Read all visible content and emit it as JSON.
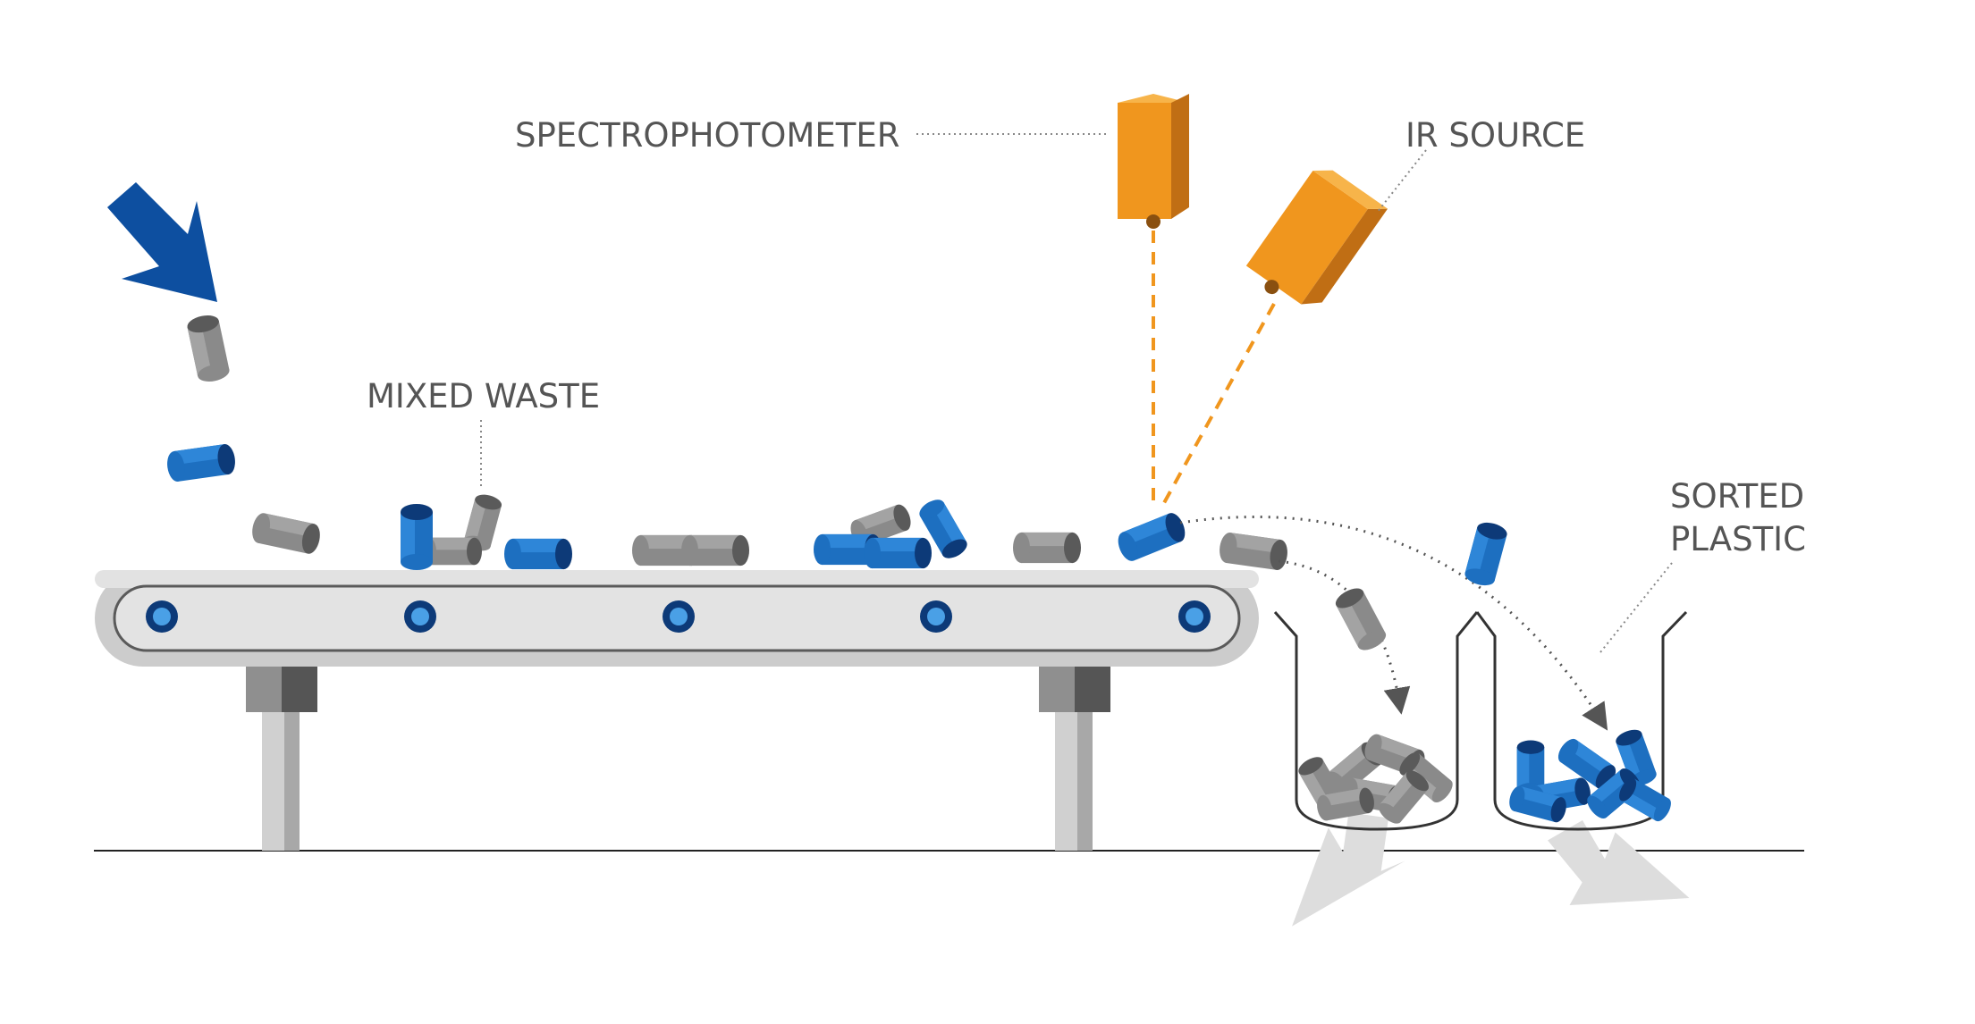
{
  "labels": {
    "spectrophotometer": "SPECTROPHOTOMETER",
    "ir_source": "IR SOURCE",
    "mixed_waste": "MIXED WASTE",
    "sorted_plastic_line1": "SORTED",
    "sorted_plastic_line2": "PLASTIC"
  },
  "colors": {
    "plastic_blue": "#1d6fc0",
    "plastic_blue_dark": "#0d3a78",
    "waste_gray": "#8a8a8a",
    "waste_gray_dark": "#5a5a5a",
    "sensor_orange": "#f0961e",
    "sensor_orange_dark": "#c06e14",
    "beam_orange": "#f0961e",
    "arrow_blue": "#0d4fa0",
    "conveyor_light": "#dcdcdc",
    "conveyor_mid": "#b8b8b8"
  },
  "icons": {
    "input_arrow": "arrow-down-right-icon",
    "output_arrows": "arrow-down-icon"
  }
}
